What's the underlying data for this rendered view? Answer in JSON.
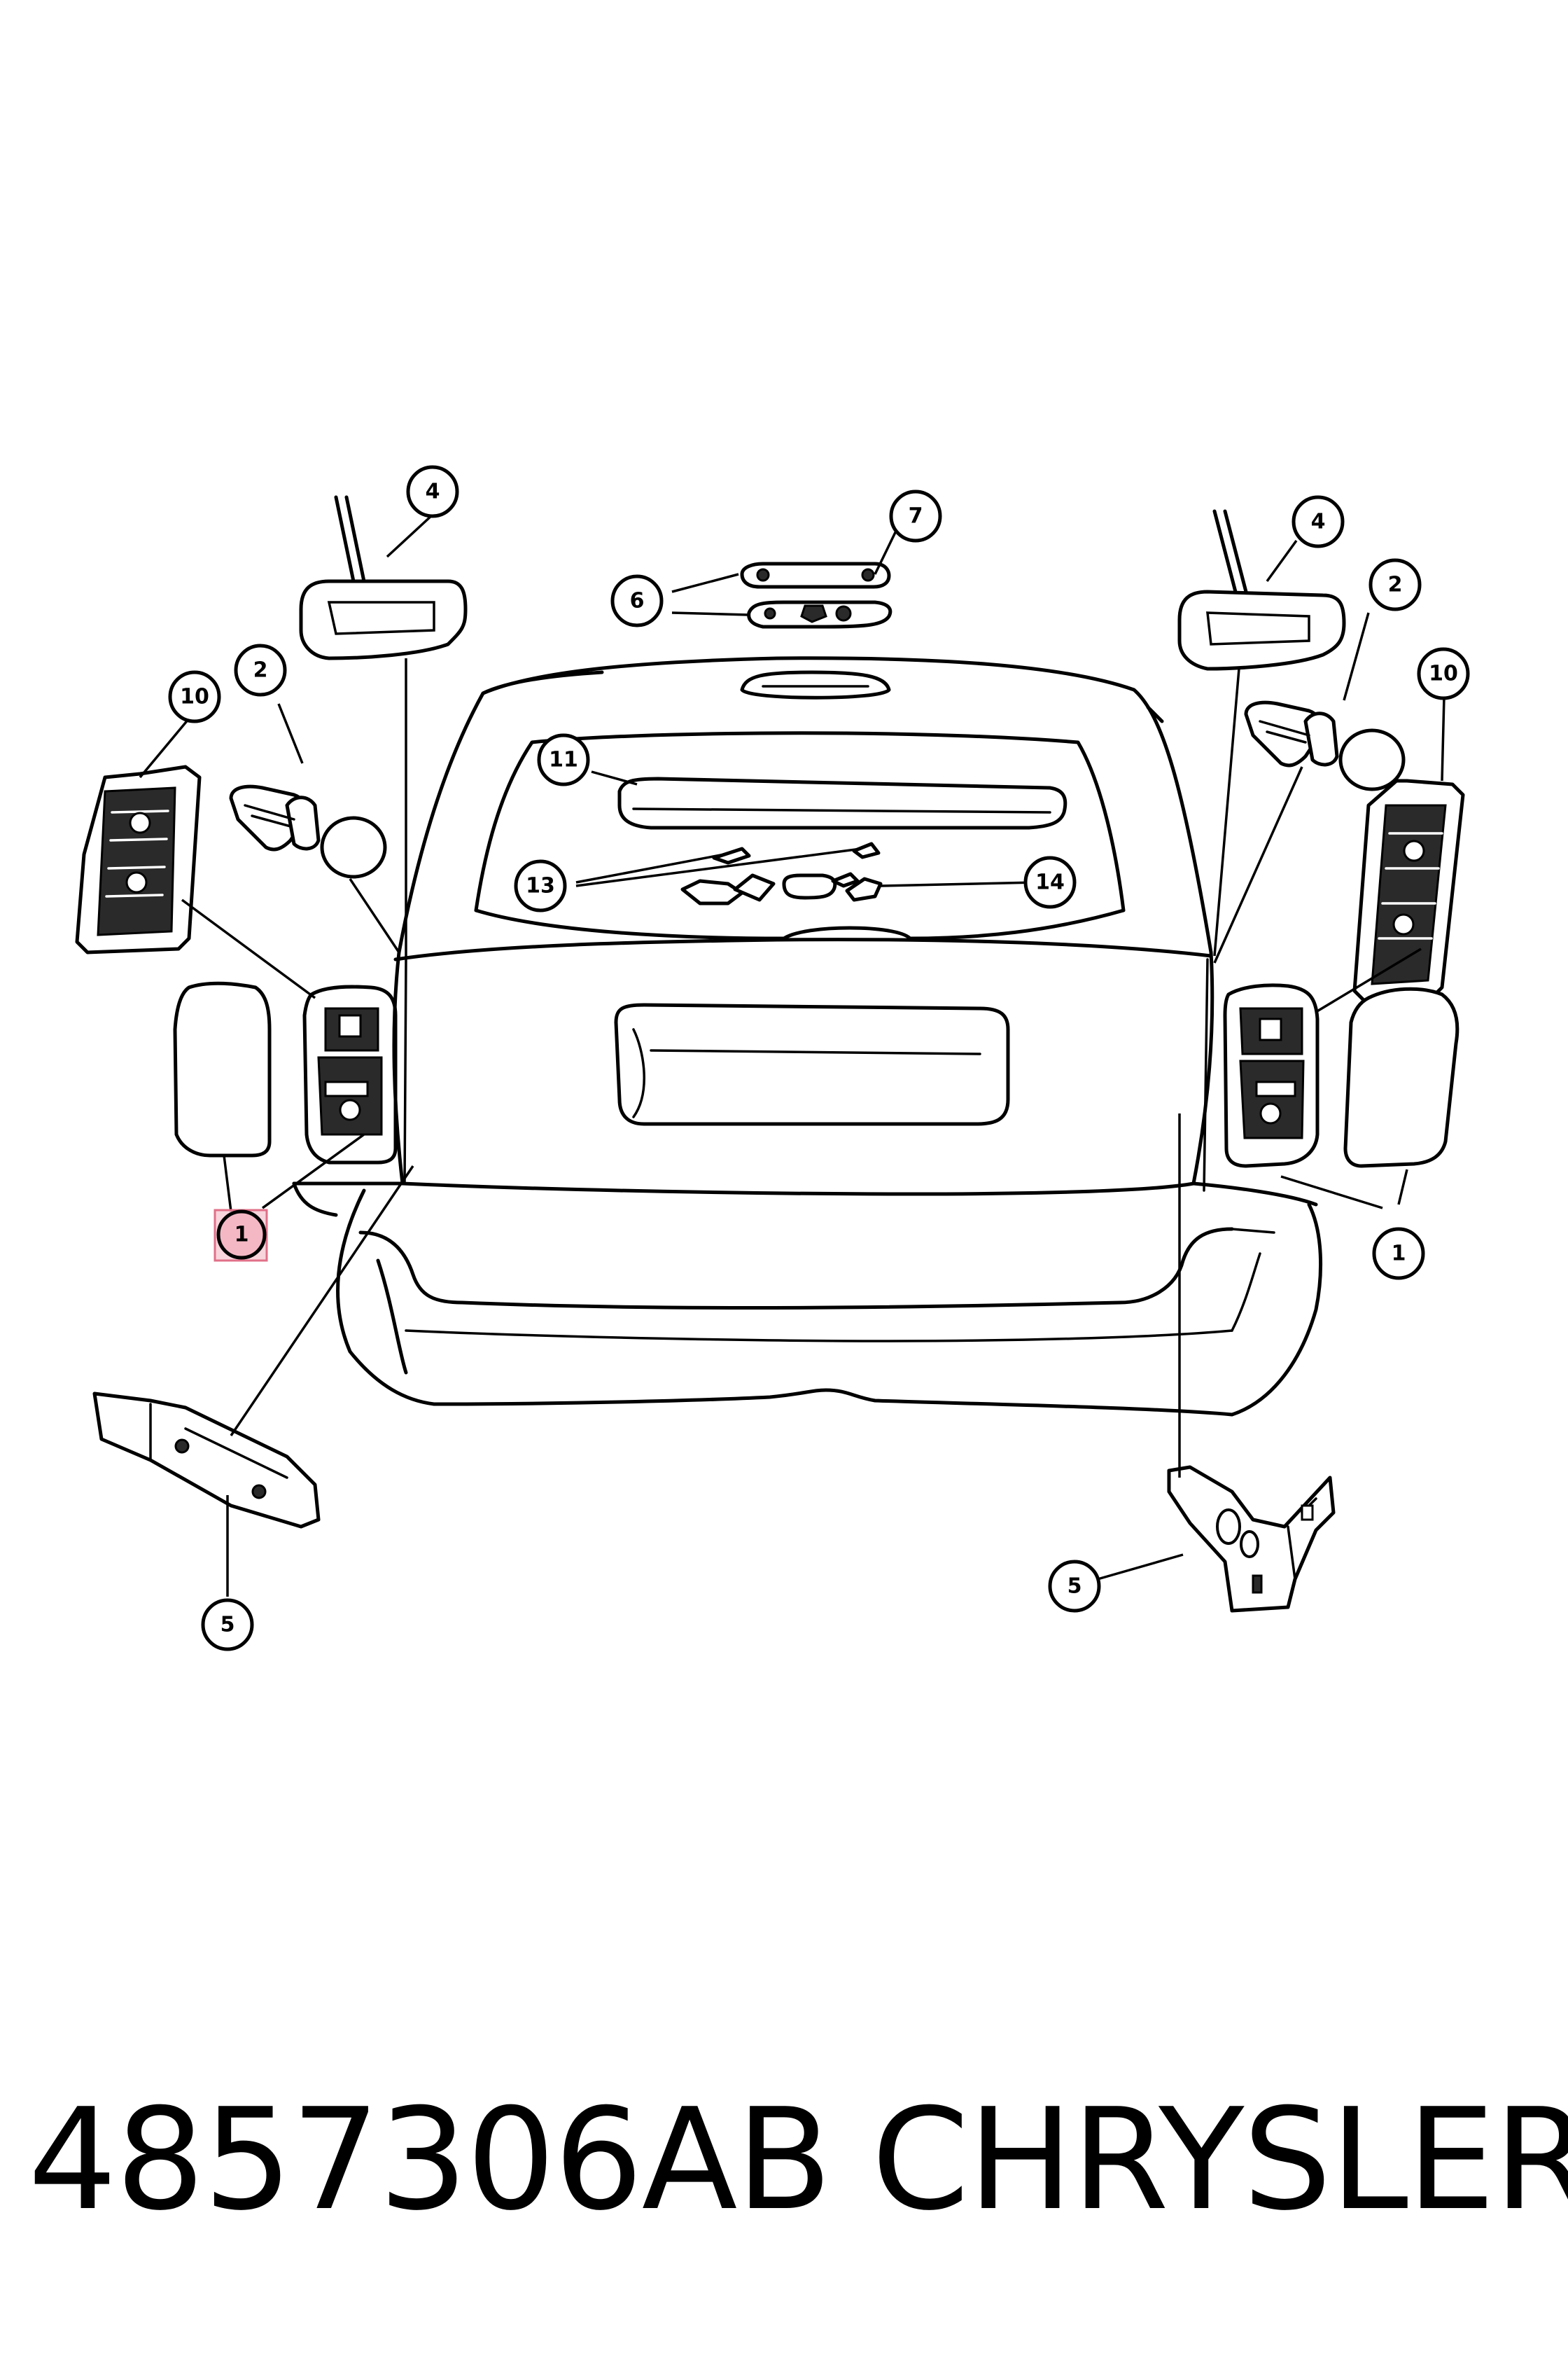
{
  "callouts": {
    "c1": "1",
    "c2": "1",
    "c3": "2",
    "c4": "2",
    "c5": "4",
    "c6": "4",
    "c7": "5",
    "c8": "5",
    "c9": "6",
    "c10": "7",
    "c11": "10",
    "c12": "10",
    "c13": "11",
    "c14": "13",
    "c15": "14"
  },
  "footer": {
    "part_number": "4857306AB",
    "brand": "CHRYSLER"
  },
  "colors": {
    "line": "#000000",
    "background": "#ffffff",
    "highlight": "#f4b8c4"
  }
}
